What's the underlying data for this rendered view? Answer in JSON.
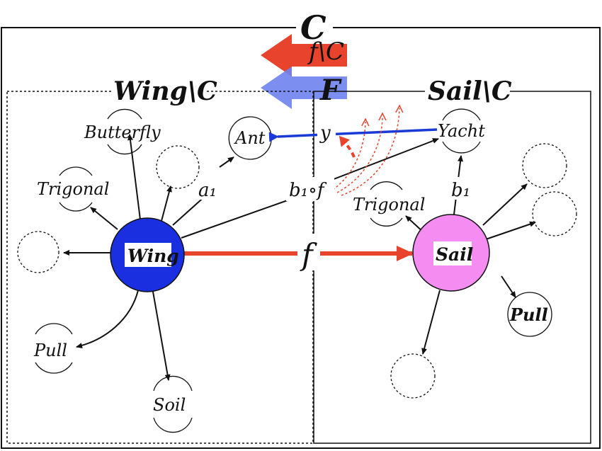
{
  "diagram": {
    "category_label": "C",
    "functor_label": "F",
    "restricted_functor_label": "f\\C",
    "wing_region_title": "Wing\\C",
    "sail_region_title": "Sail\\C",
    "map_label": "f",
    "composite_label": "b₁∘f",
    "y_label": "y",
    "a1_label": "a₁",
    "b1_label": "b₁",
    "wing": {
      "center": "Wing",
      "neighbors": [
        "Butterfly",
        "Ant",
        "Trigonal",
        "Pull",
        "Soil"
      ]
    },
    "sail": {
      "center": "Sail",
      "neighbors": [
        "Yacht",
        "Trigonal",
        "Pull"
      ]
    },
    "colors": {
      "wing_node": "#1a2fe0",
      "sail_node": "#f58cf2",
      "arrow_red": "#e8432c",
      "arrow_blue": "#1a3ad8",
      "functor_blue": "#6f82f0"
    }
  }
}
